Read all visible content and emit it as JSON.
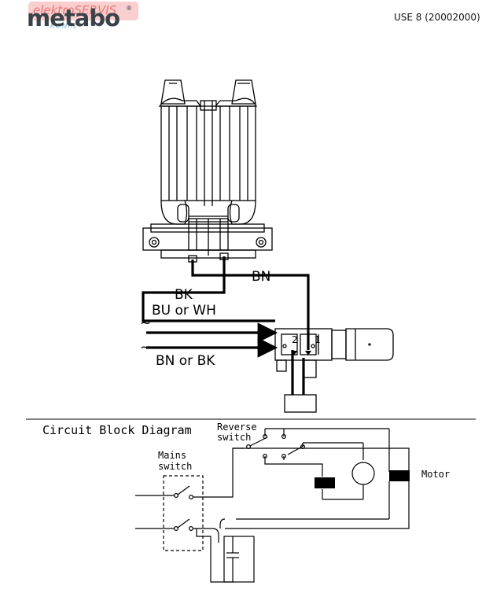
{
  "header": {
    "brand": "metabo",
    "watermark_top": "elektroSERVIS",
    "watermark_bottom": "KONIN",
    "doc_ref": "USE 8 (20002000)"
  },
  "wiring": {
    "wire_bn": "BN",
    "wire_bk": "BK",
    "wire_bu_wh": "BU or WH",
    "wire_bn_bk": "BN or BK",
    "tilde": "~",
    "terminal_2": "2",
    "terminal_1": "1"
  },
  "block_diagram": {
    "title": "Circuit Block Diagram",
    "reverse_switch_line1": "Reverse",
    "reverse_switch_line2": "switch",
    "mains_switch_line1": "Mains",
    "mains_switch_line2": "switch",
    "motor_label": "Motor"
  },
  "colors": {
    "ink": "#000000",
    "logo": "#3a4148"
  }
}
